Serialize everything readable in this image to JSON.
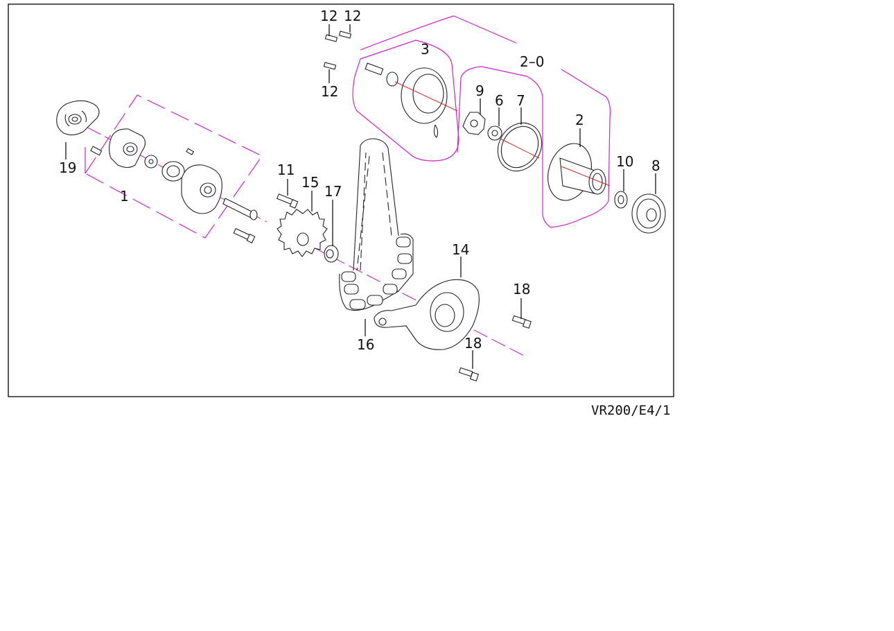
{
  "drawing_code": "VR200/E4/1",
  "callouts": {
    "c1": "1",
    "c2": "2",
    "c2_0": "2–0",
    "c3": "3",
    "c6": "6",
    "c7": "7",
    "c8": "8",
    "c9": "9",
    "c10": "10",
    "c11": "11",
    "c12a": "12",
    "c12b": "12",
    "c12c": "12",
    "c14": "14",
    "c15": "15",
    "c16": "16",
    "c17": "17",
    "c18a": "18",
    "c18b": "18",
    "c19": "19"
  },
  "colors": {
    "group_outline": "#d020d0",
    "axis_line": "#e02020",
    "line_art": "#222222"
  }
}
